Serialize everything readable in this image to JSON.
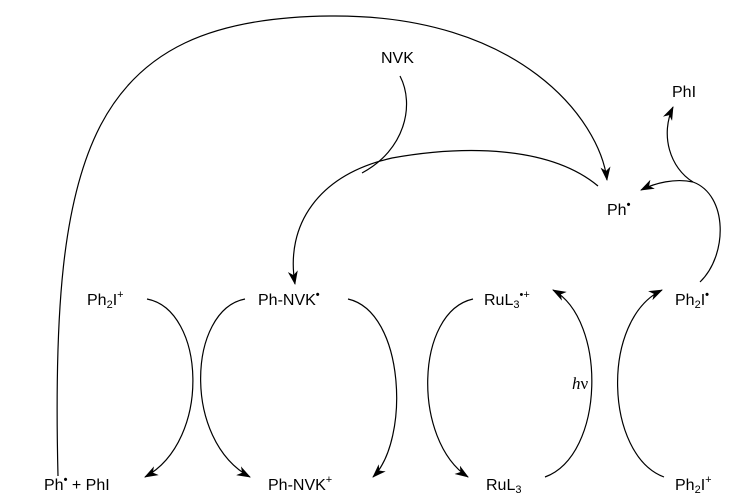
{
  "labels": {
    "nvk": "NVK",
    "phi_top": "PhI",
    "ph_radical": {
      "base": "Ph",
      "dot": "•"
    },
    "ph2i_plus_left": {
      "base": "Ph",
      "sub": "2",
      "mid": "I",
      "sup": "+"
    },
    "ph_nvk_radical": {
      "base": "Ph-NVK",
      "dot": "•"
    },
    "rul3_radical_cation": {
      "base": "RuL",
      "sub": "3",
      "sup": "•+"
    },
    "ph2i_radical": {
      "base": "Ph",
      "sub": "2",
      "mid": "I",
      "dot": "•"
    },
    "ph_radical_plus_phi": {
      "a": "Ph",
      "dot": "•",
      "b": " + PhI"
    },
    "ph_nvk_cation": {
      "base": "Ph-NVK",
      "sup": "+"
    },
    "rul3": {
      "base": "RuL",
      "sub": "3"
    },
    "ph2i_plus_right": {
      "base": "Ph",
      "sub": "2",
      "mid": "I",
      "sup": "+"
    },
    "hv": {
      "h": "h",
      "nu": "ν"
    }
  },
  "colors": {
    "ink": "#000000",
    "background": "#ffffff"
  }
}
